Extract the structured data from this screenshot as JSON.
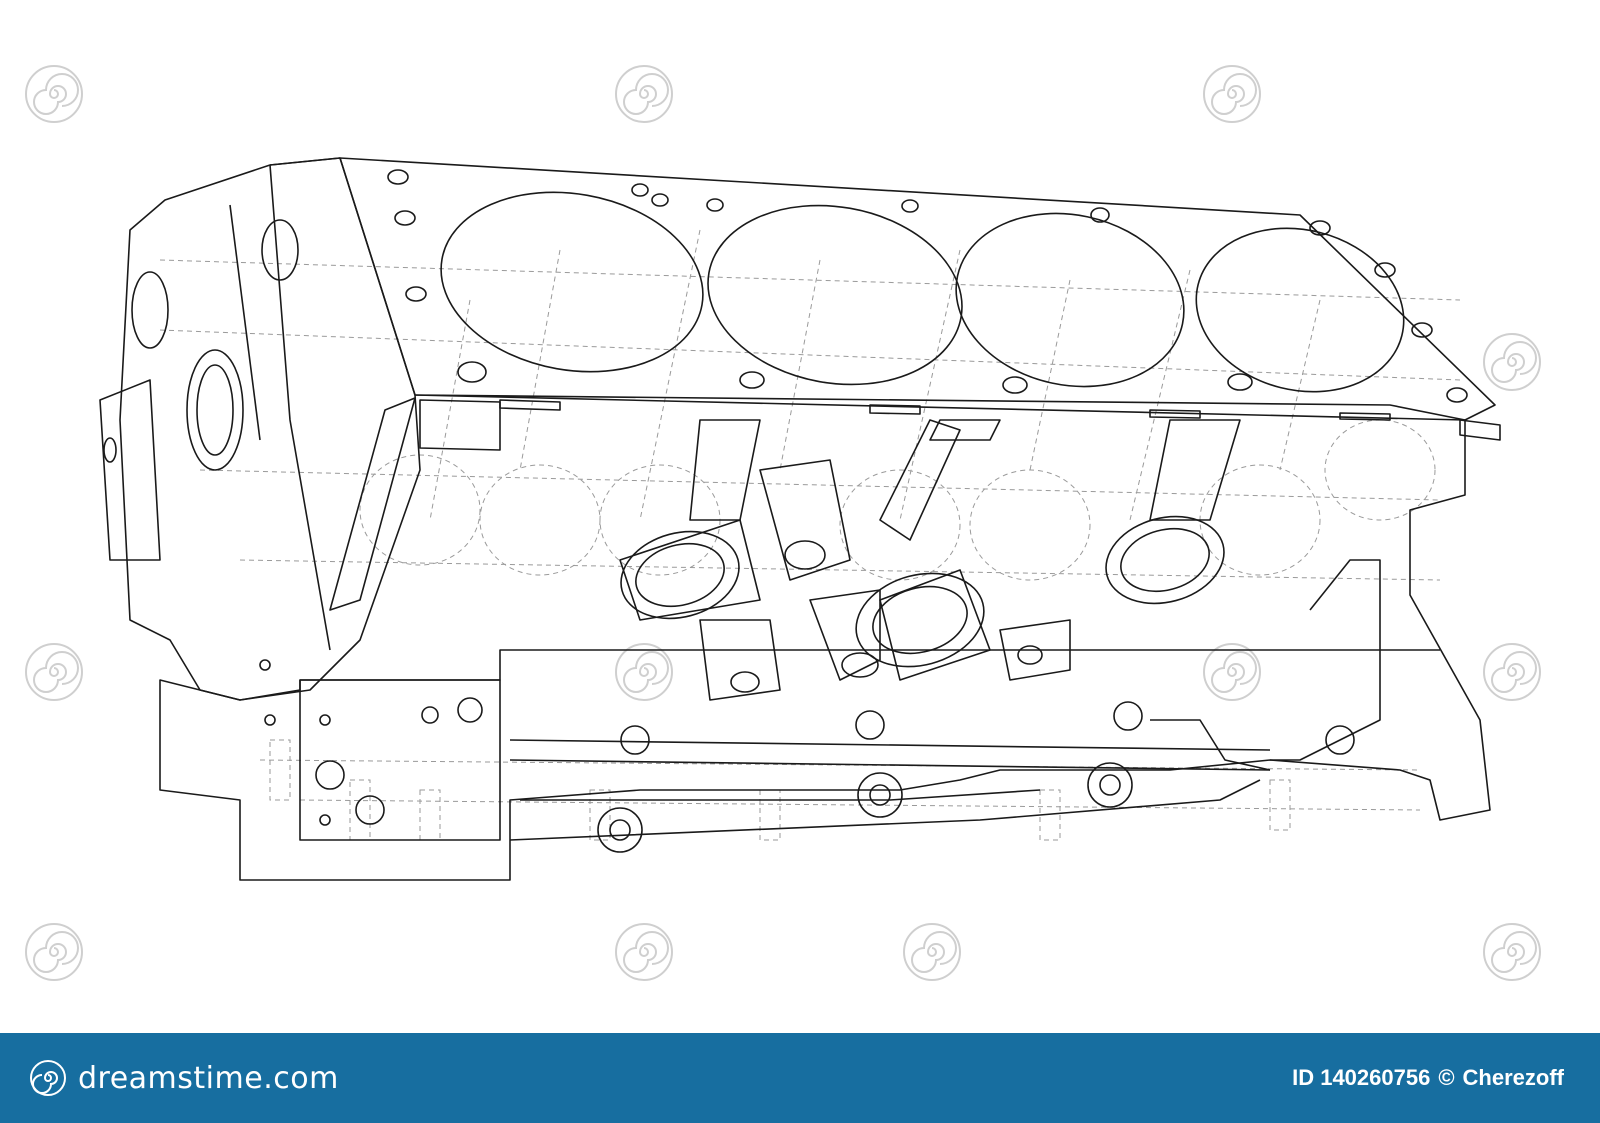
{
  "footer": {
    "brand_name": "dreamstime.com",
    "image_id_label": "ID 140260756",
    "copyright_symbol": "©",
    "author_name": "Cherezoff"
  },
  "colors": {
    "footer_bg": "#176ea0",
    "line_dark": "#1a1a1a",
    "line_hidden": "#9a9a9a",
    "watermark": "#cfcfcf"
  },
  "icons": {
    "brand_logo": "swirl-icon",
    "watermark": "swirl-icon"
  }
}
